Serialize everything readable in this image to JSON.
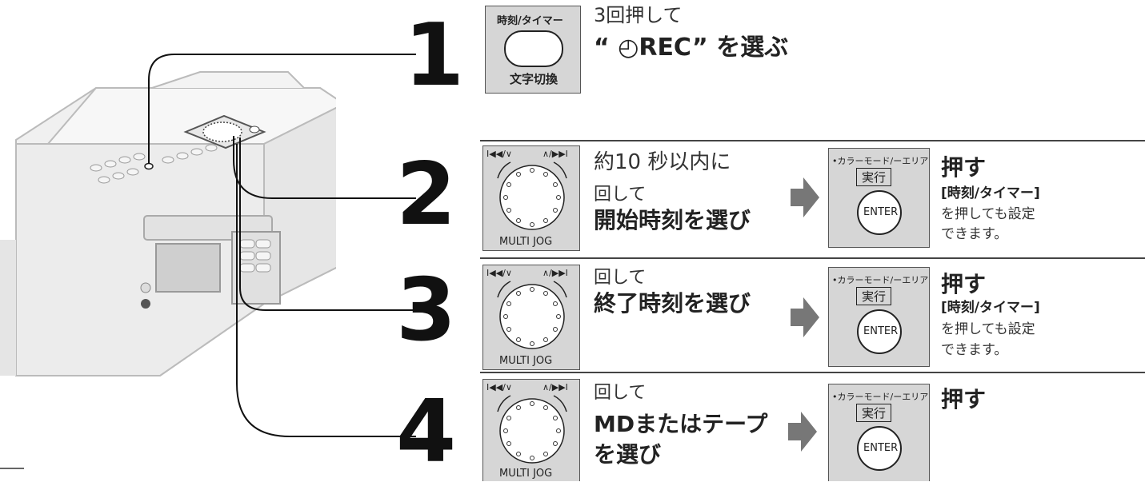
{
  "step1": {
    "number": "1",
    "button_top_label": "時刻/タイマー",
    "button_bottom_label": "文字切換",
    "line1": "3回押して",
    "line2": "“ ◴REC” を選ぶ"
  },
  "step2": {
    "number": "2",
    "jog_label": "MULTI JOG",
    "jog_top_left": "I◀◀/∨",
    "jog_top_right": "∧/▶▶I",
    "line1": "約10 秒以内に",
    "line2": "回して",
    "line3": "開始時刻を選び",
    "enter_top_label": "•カラーモード/ーエリア",
    "enter_exec_label": "実行",
    "enter_button": "ENTER",
    "action": "押す",
    "note1": "[時刻/タイマー]",
    "note2": "を押しても設定",
    "note3": "できます。"
  },
  "step3": {
    "number": "3",
    "jog_label": "MULTI JOG",
    "jog_top_left": "I◀◀/∨",
    "jog_top_right": "∧/▶▶I",
    "line1": "回して",
    "line2": "終了時刻を選び",
    "enter_top_label": "•カラーモード/ーエリア",
    "enter_exec_label": "実行",
    "enter_button": "ENTER",
    "action": "押す",
    "note1": "[時刻/タイマー]",
    "note2": "を押しても設定",
    "note3": "できます。"
  },
  "step4": {
    "number": "4",
    "jog_label": "MULTI JOG",
    "jog_top_left": "I◀◀/∨",
    "jog_top_right": "∧/▶▶I",
    "line1": "回して",
    "line2": "MDまたはテープ",
    "line3": "を選び",
    "enter_top_label": "•カラーモード/ーエリア",
    "enter_exec_label": "実行",
    "enter_button": "ENTER",
    "action": "押す"
  }
}
